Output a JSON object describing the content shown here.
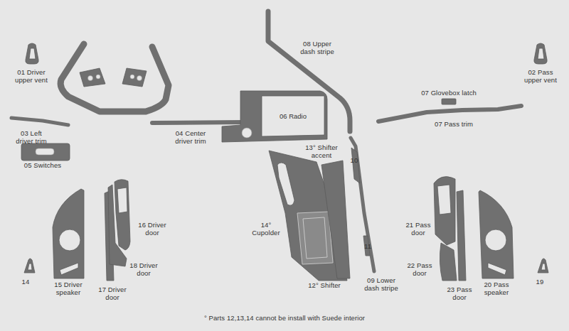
{
  "diagram": {
    "nodes": [
      {
        "text": [
          "06 Radio"
        ]
      }
    ],
    "labels": [
      "01 Driver upper vent",
      "02 Pass upper vent",
      "08 Upper dash stripe",
      "07 Glovebox latch",
      "07 Pass trim",
      "03 Left driver trim",
      "04 Center driver trim",
      "05 Switches",
      "13° Shifter accent",
      "10",
      "16 Driver door",
      "14° Cupolder",
      "21 Pass door",
      "11",
      "18 Driver door",
      "22 Pass door",
      "14",
      "15 Driver speaker",
      "17 Driver door",
      "12° Shifter",
      "09 Lower dash stripe",
      "23 Pass door",
      "20 Pass speaker",
      "19",
      "° Parts 12,13,14 cannot be install with Suede interior"
    ]
  }
}
